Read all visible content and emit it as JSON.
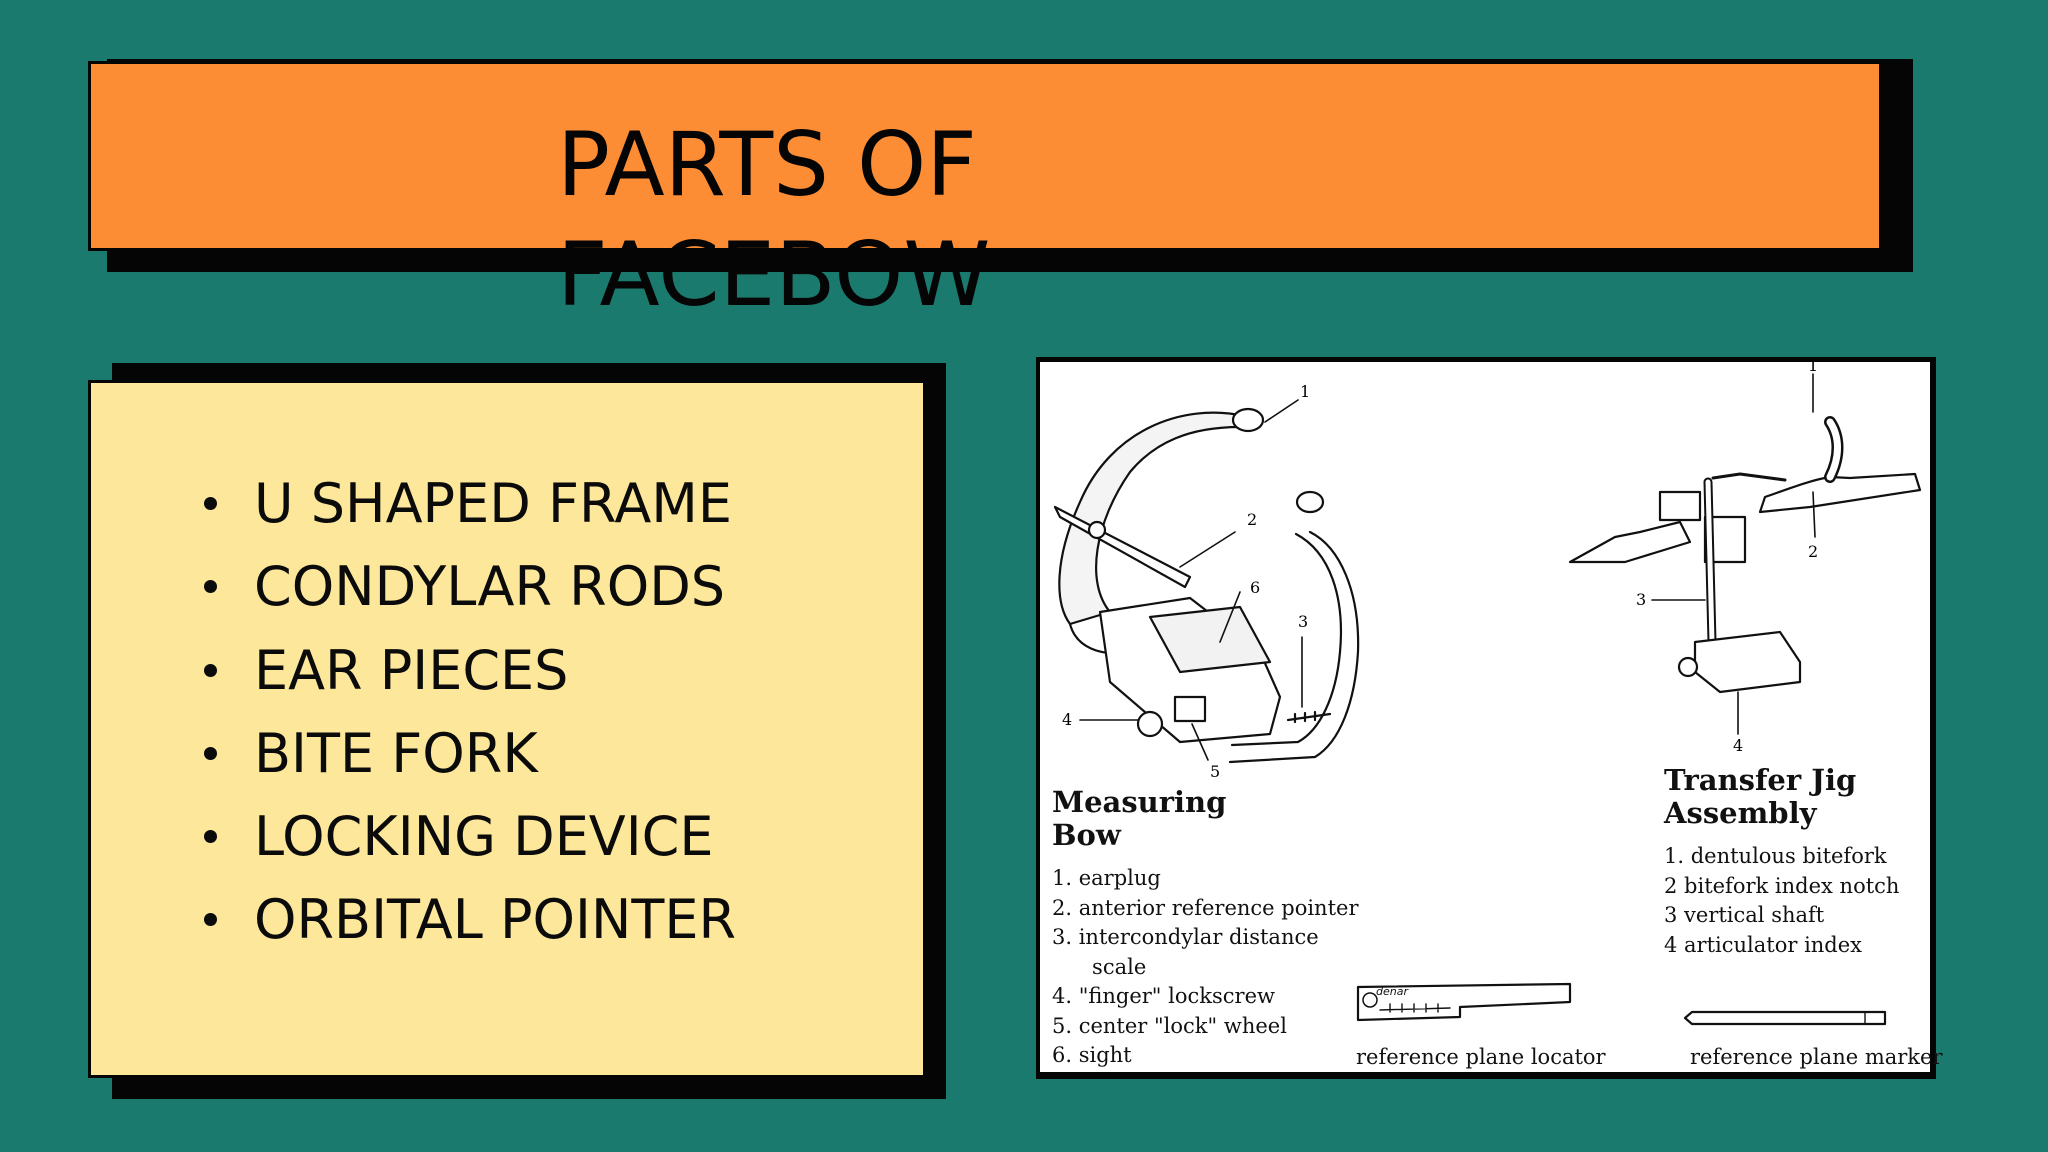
{
  "title": "PARTS OF FACEBOW",
  "bullets": [
    "U SHAPED FRAME",
    "CONDYLAR RODS",
    "EAR PIECES",
    "BITE FORK",
    "LOCKING DEVICE",
    "ORBITAL POINTER"
  ],
  "diagram": {
    "measuring_bow": {
      "heading_line1": "Measuring",
      "heading_line2": "Bow",
      "items": [
        "1.  earplug",
        "2.  anterior reference pointer",
        "3.  intercondylar distance",
        "      scale",
        "4.  \"finger\" lockscrew",
        "5.  center \"lock\" wheel",
        "6.  sight"
      ],
      "callouts": [
        "1",
        "2",
        "6",
        "3",
        "4",
        "5"
      ]
    },
    "transfer_jig": {
      "heading_line1": "Transfer Jig",
      "heading_line2": "Assembly",
      "items": [
        "1.  dentulous bitefork",
        "2   bitefork index notch",
        "3   vertical shaft",
        "4   articulator index"
      ],
      "callouts": [
        "1",
        "2",
        "3",
        "4"
      ]
    },
    "captions": {
      "locator": "reference plane locator",
      "marker": "reference plane marker"
    },
    "locator_logo": "denar"
  },
  "colors": {
    "background": "#1b7a6e",
    "title_box": "#fd8d35",
    "list_box": "#fde79a",
    "shadow": "#050505"
  }
}
